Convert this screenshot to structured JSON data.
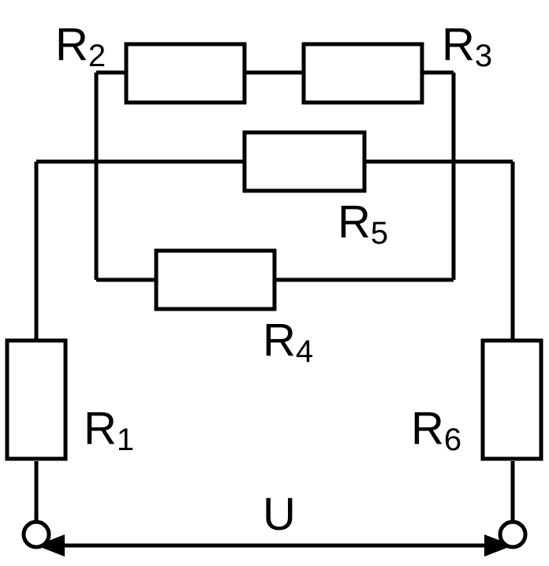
{
  "resistors": [
    {
      "id": "R1",
      "letter": "R",
      "sub": "1"
    },
    {
      "id": "R2",
      "letter": "R",
      "sub": "2"
    },
    {
      "id": "R3",
      "letter": "R",
      "sub": "3"
    },
    {
      "id": "R4",
      "letter": "R",
      "sub": "4"
    },
    {
      "id": "R5",
      "letter": "R",
      "sub": "5"
    },
    {
      "id": "R6",
      "letter": "R",
      "sub": "6"
    }
  ],
  "voltage_label": "U",
  "colors": {
    "stroke": "#000000",
    "background": "#ffffff"
  }
}
